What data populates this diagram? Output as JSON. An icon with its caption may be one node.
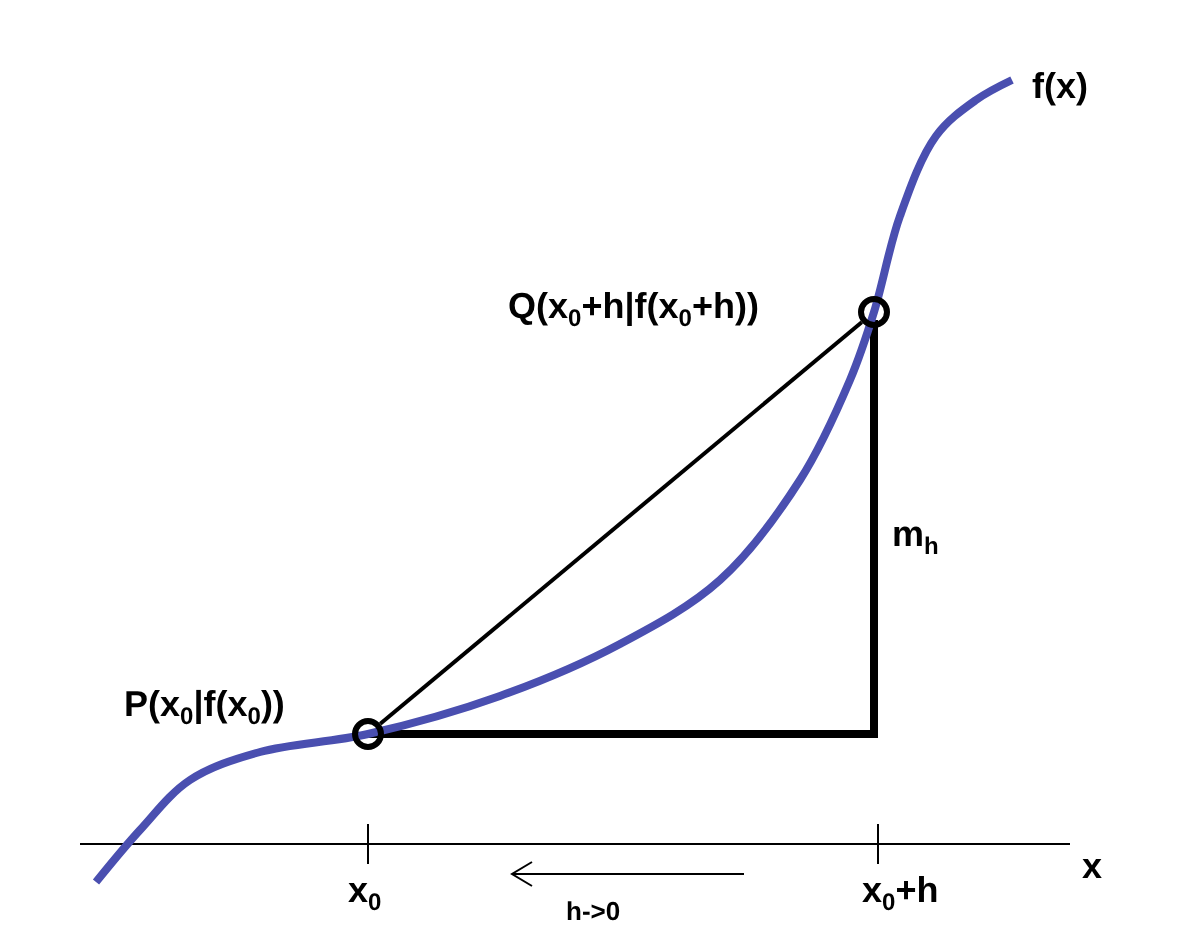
{
  "diagram": {
    "nodes": [
      {
        "text": [],
        "shape": "circle",
        "beside": [
          "P(x$_{0}$|f(x$_{0}$))"
        ]
      },
      {
        "text": [],
        "shape": "circle",
        "beside": [
          "Q(x$_{0}$+h|f(x$_{0}$+h))"
        ]
      }
    ],
    "edges": [
      {
        "from": 0,
        "to": 1,
        "arrow": "none"
      }
    ],
    "labels": [
      "f(x)",
      "m$_{h}$",
      "x$_{0}$",
      "h->0",
      "x$_{0}$+h",
      "x"
    ]
  }
}
